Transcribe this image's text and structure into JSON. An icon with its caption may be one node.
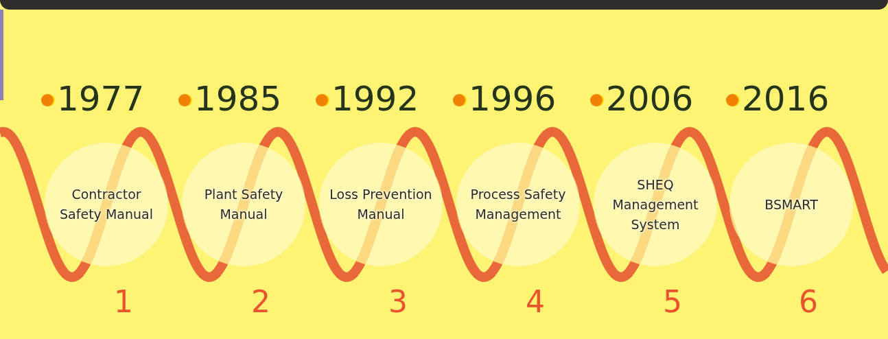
{
  "diagram": {
    "nodes": [
      {
        "text": [
          "Contractor Safety Manual"
        ]
      },
      {
        "text": [
          "Plant Safety Manual"
        ]
      },
      {
        "text": [
          "Loss Prevention Manual"
        ]
      },
      {
        "text": [
          "Process Safety Management"
        ]
      },
      {
        "text": [
          "SHEQ Management System"
        ]
      },
      {
        "text": [
          "BSMART"
        ]
      }
    ],
    "labels": [
      "1977",
      "1985",
      "1992",
      "1996",
      "2006",
      "2016",
      "1",
      "2",
      "3",
      "4",
      "5",
      "6"
    ]
  }
}
